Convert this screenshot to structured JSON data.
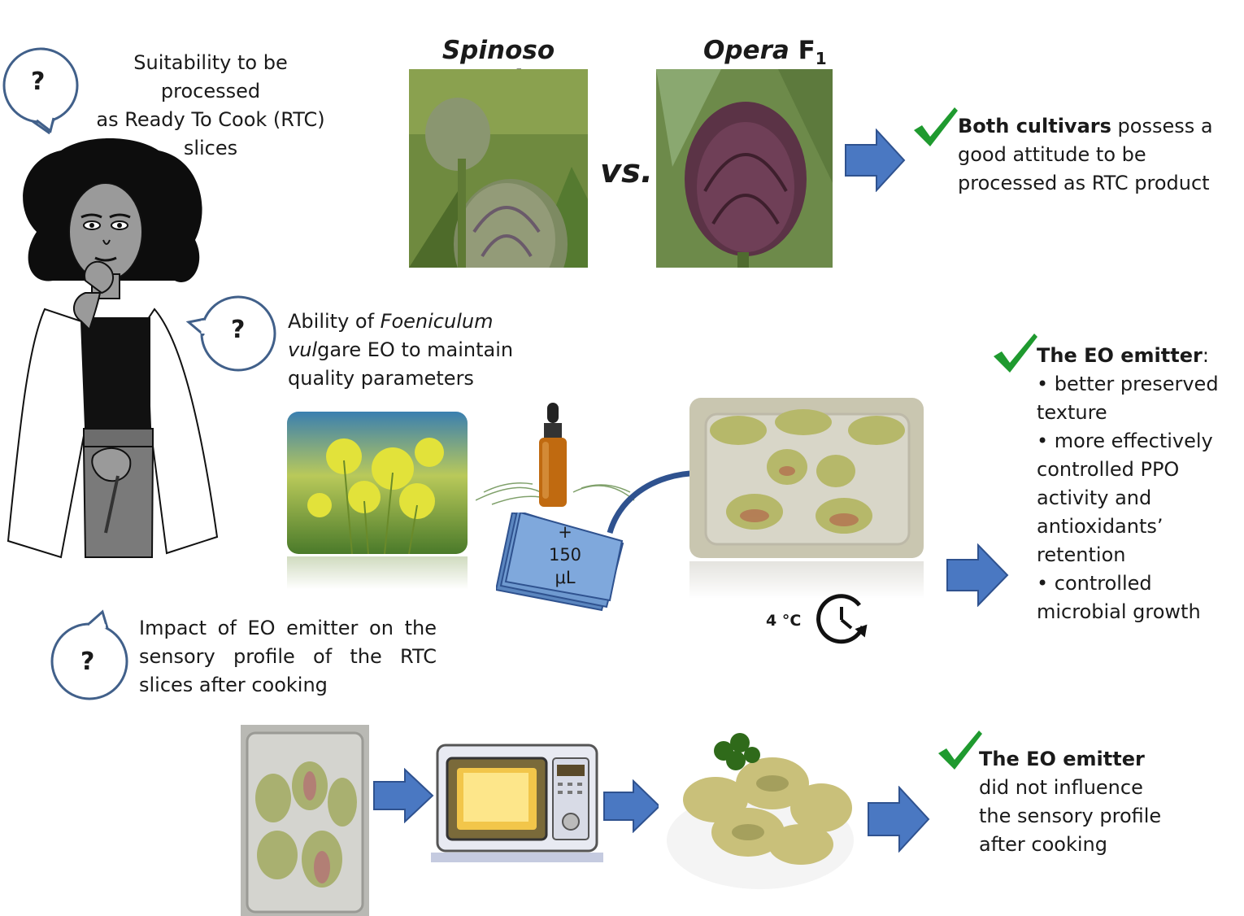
{
  "questions": {
    "q1": {
      "mark": "?",
      "text_line1": "Suitability to be processed",
      "text_line2": "as Ready To Cook (RTC)",
      "text_line3": "slices"
    },
    "q2": {
      "mark": "?",
      "text_pre": "Ability of ",
      "text_italic1": "Foeniculum",
      "text_italic2": "vul",
      "text_post2": "gare EO to maintain",
      "text_line3": "quality parameters"
    },
    "q3": {
      "mark": "?",
      "text_line1": "Impact of EO emitter on the",
      "text_line2": "sensory profile of the RTC",
      "text_line3": "slices after cooking"
    }
  },
  "cultivars": {
    "left": "Spinoso sardo",
    "right_name": "Opera",
    "right_suffix": "F",
    "right_subscript": "1",
    "versus": "vs."
  },
  "pad": {
    "line1": "+",
    "line2": "150",
    "line3": "μL"
  },
  "storage": {
    "temperature": "4 °C"
  },
  "results": {
    "r1": {
      "bold": "Both cultivars",
      "text1": " possess a",
      "text2": "good attitude to be",
      "text3": "processed as RTC product"
    },
    "r2": {
      "bold": "The EO emitter",
      "colon": ":",
      "lines": [
        "• better preserved",
        "texture",
        "• more effectively",
        "controlled PPO",
        "activity and",
        "antioxidants’",
        "retention",
        "• controlled",
        "microbial growth"
      ]
    },
    "r3": {
      "bold": "The EO emitter",
      "text1": "did not influence",
      "text2": "the sensory profile",
      "text3": "after cooking"
    }
  },
  "colors": {
    "arrow": "#4a78c2",
    "arrow_stroke": "#2f528f",
    "check": "#1f9a2f",
    "bubble_stroke": "#41608a"
  }
}
